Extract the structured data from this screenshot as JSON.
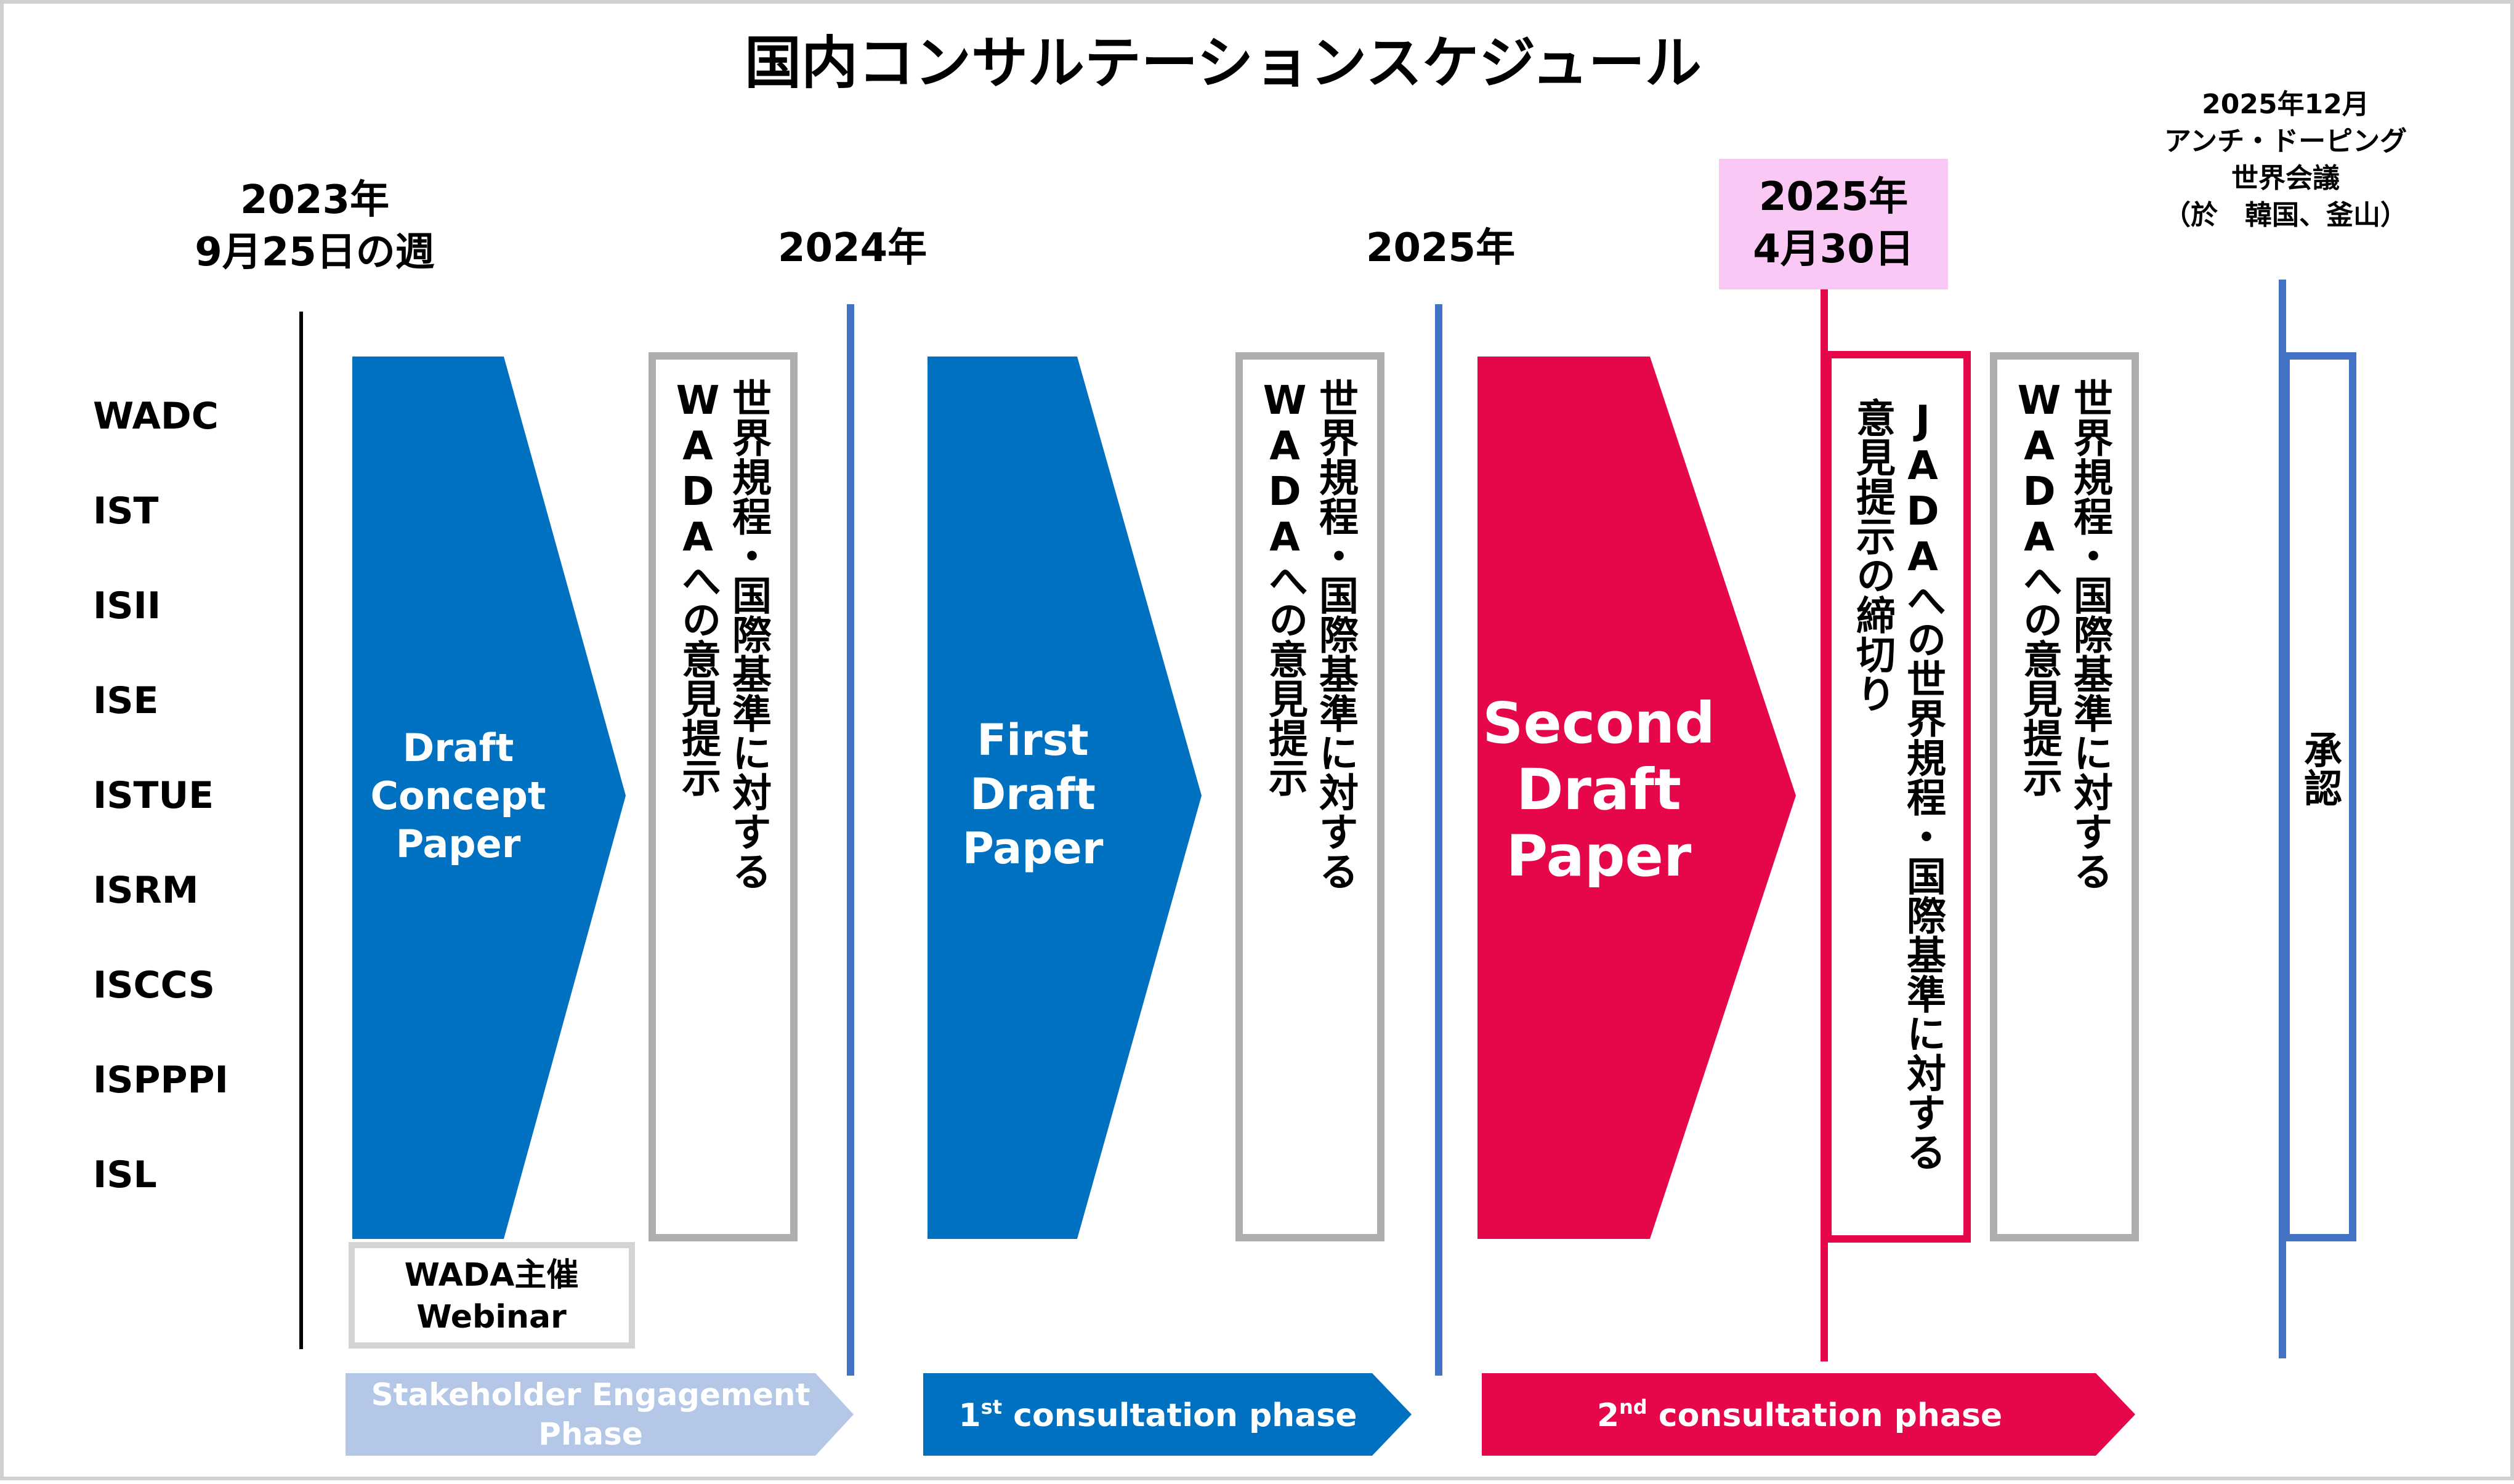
{
  "title": "国内コンサルテーションスケジュール",
  "dates": {
    "start": [
      "2023年",
      "9月25日の週"
    ],
    "y2024": "2024年",
    "y2025": "2025年",
    "deadline": [
      "2025年",
      "4月30日"
    ],
    "congress": [
      "2025年12月",
      "アンチ・ドーピング",
      "世界会議",
      "（於　韓国、釜山）"
    ]
  },
  "standards": [
    "WADC",
    "IST",
    "ISII",
    "ISE",
    "ISTUE",
    "ISRM",
    "ISCCS",
    "ISPPPI",
    "ISL"
  ],
  "papers": {
    "draft_concept": [
      "Draft",
      "Concept",
      "Paper"
    ],
    "first_draft": [
      "First",
      "Draft",
      "Paper"
    ],
    "second_draft": [
      "Second",
      "Draft",
      "Paper"
    ]
  },
  "comment_boxes": {
    "wada_comment": [
      "世界規程・国際基準に対する",
      "WADAへの意見提示"
    ],
    "jada_deadline": [
      "JADAへの世界規程・国際基準に対する",
      "意見提示の締切り"
    ],
    "approval": "承認"
  },
  "webinar": [
    "WADA主催",
    "Webinar"
  ],
  "phases": {
    "stakeholder": [
      "Stakeholder Engagement",
      "Phase"
    ],
    "first": {
      "ord": "1",
      "sup": "st",
      "rest": " consultation phase"
    },
    "second": {
      "ord": "2",
      "sup": "nd",
      "rest": " consultation phase"
    }
  },
  "colors": {
    "blue": "#0070C0",
    "crimson": "#E6064A",
    "line_blue": "#4472C4",
    "light_blue": "#B4C7E7",
    "pink_highlight": "#FAC8F5",
    "gray_border": "#AEAEAE"
  }
}
